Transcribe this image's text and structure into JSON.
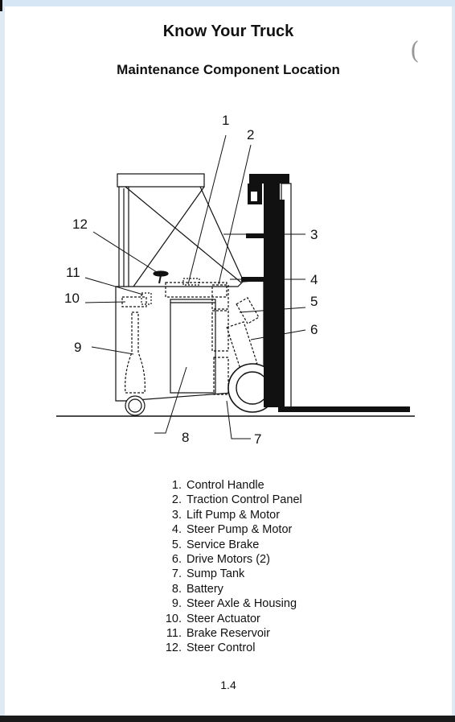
{
  "page": {
    "title": "Know Your Truck",
    "subtitle": "Maintenance Component Location",
    "page_number": "1.4",
    "margin_mark": "("
  },
  "callouts": [
    "1",
    "2",
    "3",
    "4",
    "5",
    "6",
    "7",
    "8",
    "9",
    "10",
    "11",
    "12"
  ],
  "legend": [
    {
      "num": "1.",
      "label": "Control Handle"
    },
    {
      "num": "2.",
      "label": "Traction Control Panel"
    },
    {
      "num": "3.",
      "label": "Lift Pump & Motor"
    },
    {
      "num": "4.",
      "label": "Steer Pump & Motor"
    },
    {
      "num": "5.",
      "label": "Service Brake"
    },
    {
      "num": "6.",
      "label": "Drive Motors (2)"
    },
    {
      "num": "7.",
      "label": "Sump Tank"
    },
    {
      "num": "8.",
      "label": "Battery"
    },
    {
      "num": "9.",
      "label": "Steer Axle & Housing"
    },
    {
      "num": "10.",
      "label": "Steer Actuator"
    },
    {
      "num": "11.",
      "label": "Brake Reservoir"
    },
    {
      "num": "12.",
      "label": "Steer Control"
    }
  ]
}
